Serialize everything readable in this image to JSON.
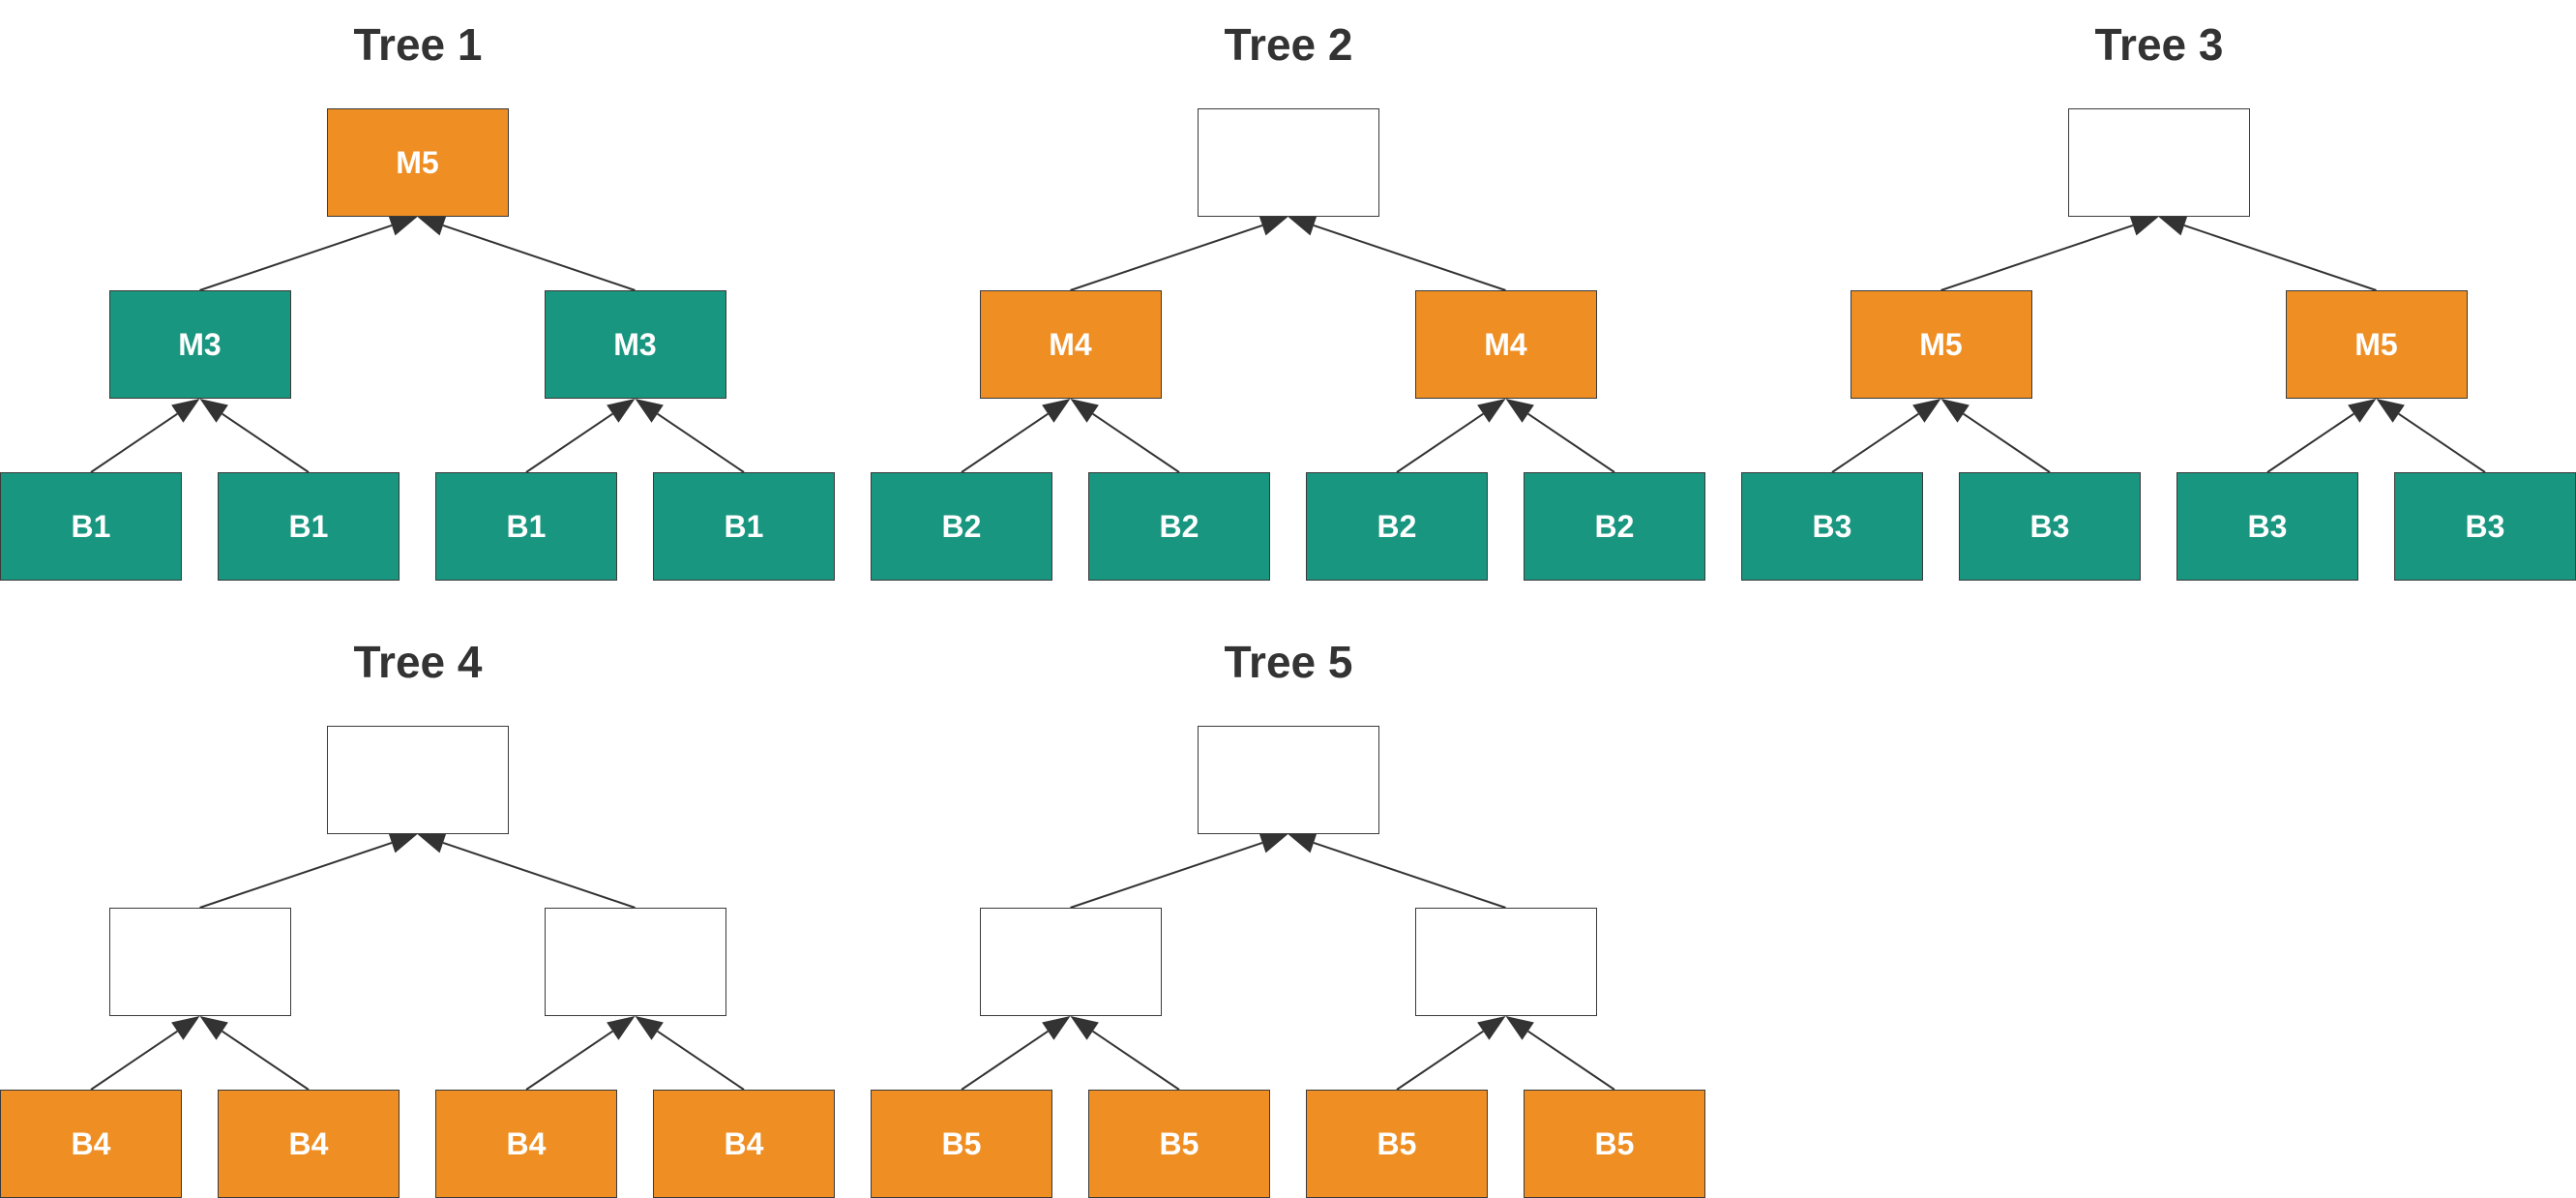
{
  "colors": {
    "teal": "#199680",
    "orange": "#ef8e23",
    "empty": "#ffffff",
    "edge": "#333333"
  },
  "trees": [
    {
      "title": "Tree 1",
      "root": {
        "label": "M5",
        "color": "orange"
      },
      "middle": [
        {
          "label": "M3",
          "color": "teal"
        },
        {
          "label": "M3",
          "color": "teal"
        }
      ],
      "leaves": [
        {
          "label": "B1",
          "color": "teal"
        },
        {
          "label": "B1",
          "color": "teal"
        },
        {
          "label": "B1",
          "color": "teal"
        },
        {
          "label": "B1",
          "color": "teal"
        }
      ]
    },
    {
      "title": "Tree 2",
      "root": {
        "label": "",
        "color": "empty"
      },
      "middle": [
        {
          "label": "M4",
          "color": "orange"
        },
        {
          "label": "M4",
          "color": "orange"
        }
      ],
      "leaves": [
        {
          "label": "B2",
          "color": "teal"
        },
        {
          "label": "B2",
          "color": "teal"
        },
        {
          "label": "B2",
          "color": "teal"
        },
        {
          "label": "B2",
          "color": "teal"
        }
      ]
    },
    {
      "title": "Tree 3",
      "root": {
        "label": "",
        "color": "empty"
      },
      "middle": [
        {
          "label": "M5",
          "color": "orange"
        },
        {
          "label": "M5",
          "color": "orange"
        }
      ],
      "leaves": [
        {
          "label": "B3",
          "color": "teal"
        },
        {
          "label": "B3",
          "color": "teal"
        },
        {
          "label": "B3",
          "color": "teal"
        },
        {
          "label": "B3",
          "color": "teal"
        }
      ]
    },
    {
      "title": "Tree 4",
      "root": {
        "label": "",
        "color": "empty"
      },
      "middle": [
        {
          "label": "",
          "color": "empty"
        },
        {
          "label": "",
          "color": "empty"
        }
      ],
      "leaves": [
        {
          "label": "B4",
          "color": "orange"
        },
        {
          "label": "B4",
          "color": "orange"
        },
        {
          "label": "B4",
          "color": "orange"
        },
        {
          "label": "B4",
          "color": "orange"
        }
      ]
    },
    {
      "title": "Tree 5",
      "root": {
        "label": "",
        "color": "empty"
      },
      "middle": [
        {
          "label": "",
          "color": "empty"
        },
        {
          "label": "",
          "color": "empty"
        }
      ],
      "leaves": [
        {
          "label": "B5",
          "color": "orange"
        },
        {
          "label": "B5",
          "color": "orange"
        },
        {
          "label": "B5",
          "color": "orange"
        },
        {
          "label": "B5",
          "color": "orange"
        }
      ]
    }
  ]
}
